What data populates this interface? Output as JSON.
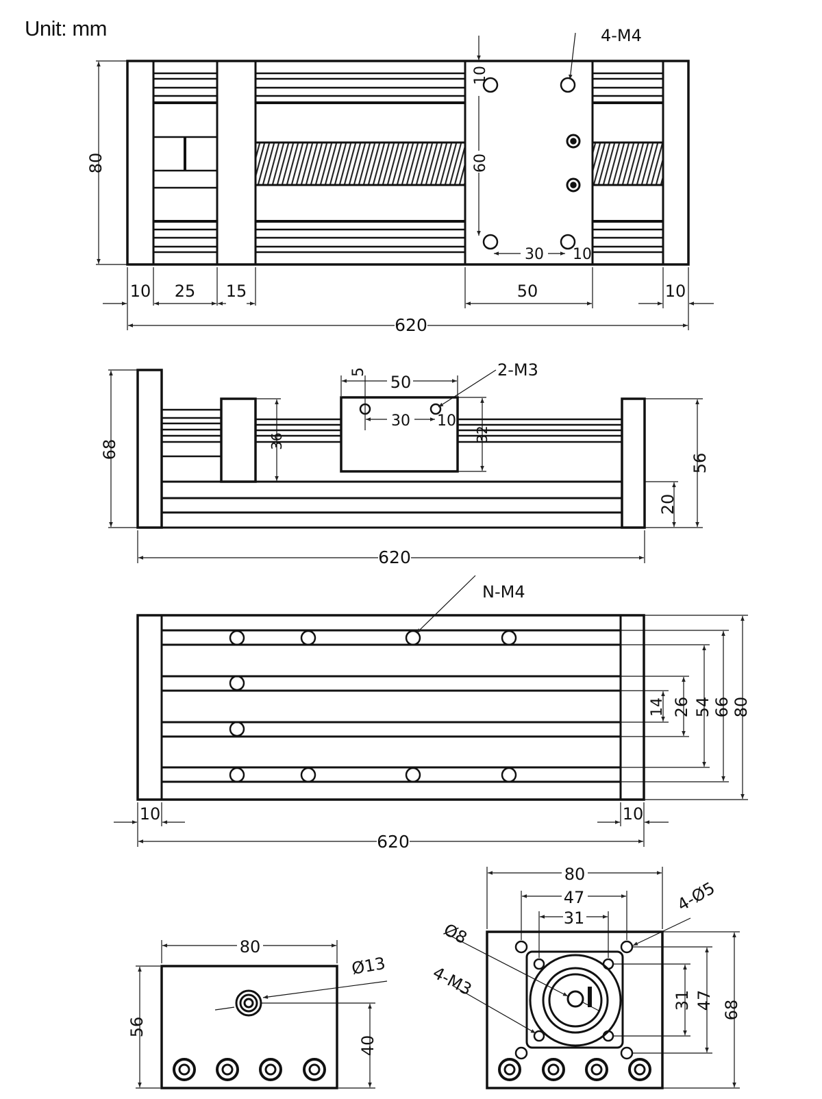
{
  "unit_label": "Unit: mm",
  "top_view": {
    "overall_height": "80",
    "seg_10a": "10",
    "seg_25": "25",
    "seg_15": "15",
    "slider_width": "50",
    "seg_10b": "10",
    "overall_length": "620",
    "hole_callout": "4-M4",
    "hole_offset_top": "10",
    "hole_spacing_v": "60",
    "hole_spacing_h": "30",
    "hole_offset_right": "10"
  },
  "side_view": {
    "overall_height": "68",
    "slider_height_right": "56",
    "base_height": "20",
    "overall_length": "620",
    "slider_width": "50",
    "hole_offset": "5",
    "hole_callout": "2-M3",
    "hole_spacing": "30",
    "hole_edge": "10",
    "block_height_left": "36",
    "block_height_right": "32"
  },
  "bottom_view": {
    "hole_callout": "N-M4",
    "dim_14": "14",
    "dim_26": "26",
    "dim_54": "54",
    "dim_66": "66",
    "dim_80": "80",
    "end_left": "10",
    "end_right": "10",
    "overall_length": "620"
  },
  "end_view_left": {
    "width": "80",
    "height": "56",
    "shaft_height": "40",
    "shaft_dia": "Ø13"
  },
  "end_view_right": {
    "width": "80",
    "bolt_spacing_47": "47",
    "bolt_spacing_31": "31",
    "mount_holes": "4-Ø5",
    "shaft_dia": "Ø8",
    "motor_holes": "4-M3",
    "v_31": "31",
    "v_47": "47",
    "height": "68"
  }
}
